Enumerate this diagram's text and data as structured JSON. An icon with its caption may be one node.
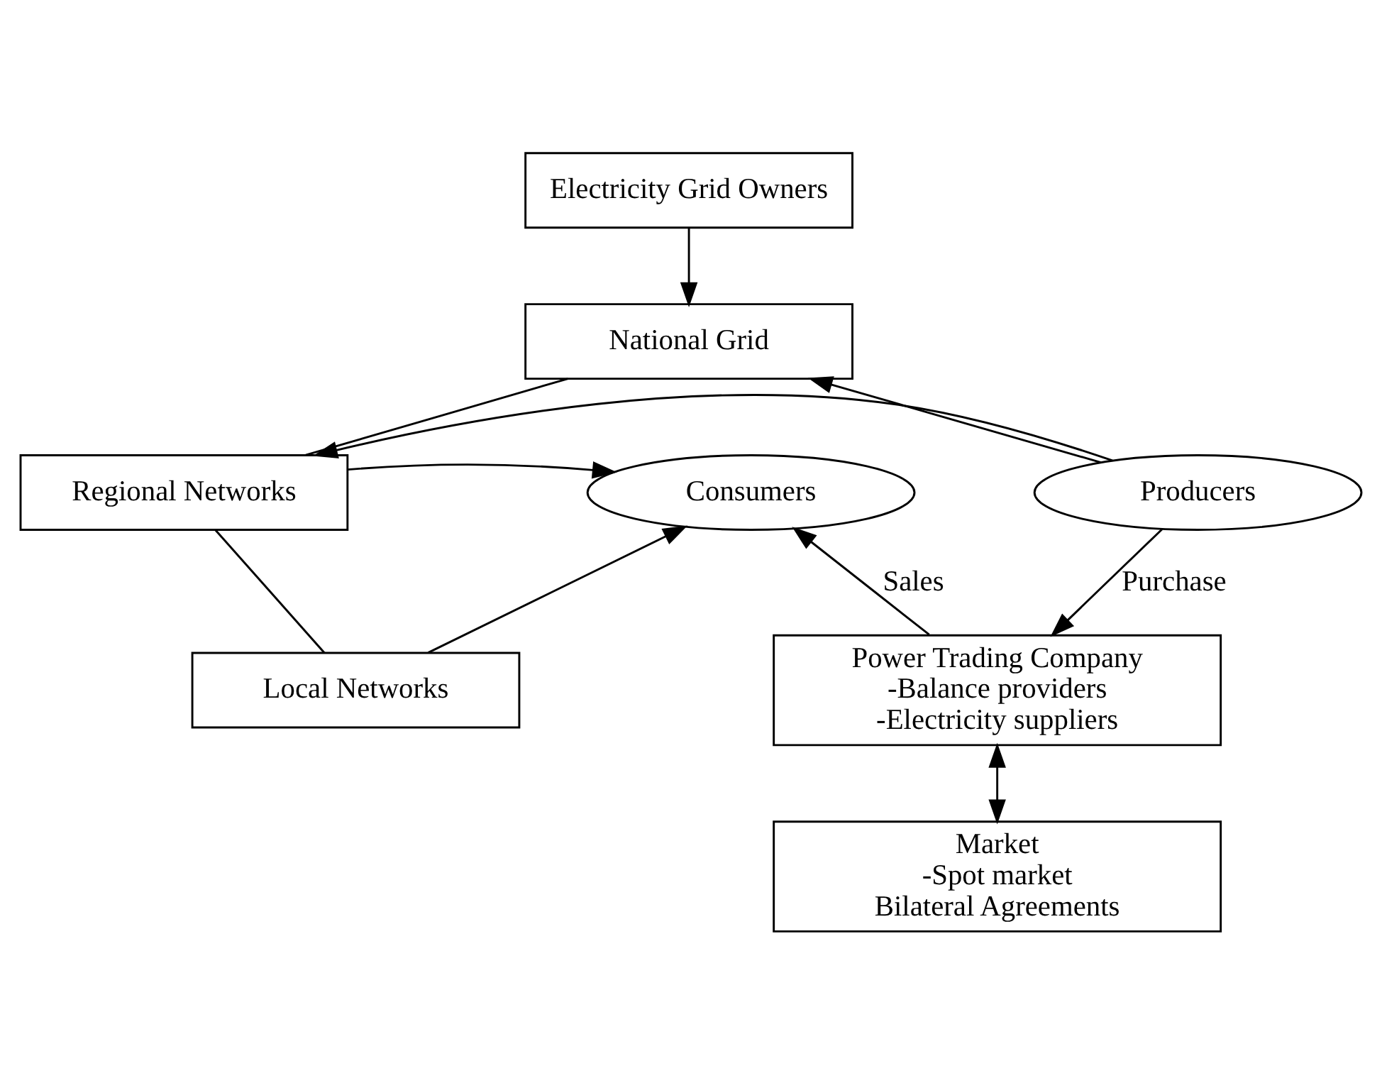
{
  "diagram": {
    "nodes": [
      {
        "text": [
          "Electricity Grid Owners"
        ]
      },
      {
        "text": [
          "National Grid"
        ]
      },
      {
        "text": [
          "Producers"
        ]
      },
      {
        "text": [
          "Regional Networks"
        ]
      },
      {
        "text": [
          "Consumers"
        ]
      },
      {
        "text": [
          "Local Networks"
        ]
      },
      {
        "text": [
          "Power Trading Company",
          "-Balance providers",
          "-Electricity suppliers"
        ]
      },
      {
        "text": [
          "Market",
          "-Spot market",
          "Bilateral Agreements"
        ]
      }
    ],
    "edges": [
      {
        "from": 0,
        "to": 1,
        "arrow": "to"
      },
      {
        "from": 2,
        "to": 1,
        "arrow": "to"
      },
      {
        "from": 2,
        "to": 3,
        "arrow": "to"
      },
      {
        "from": 1,
        "to": 3,
        "arrow": "none"
      },
      {
        "from": 3,
        "to": 5,
        "arrow": "none"
      },
      {
        "from": 3,
        "to": 4,
        "arrow": "to"
      },
      {
        "from": 5,
        "to": 4,
        "arrow": "to"
      },
      {
        "from": 2,
        "to": 6,
        "arrow": "to",
        "label": "Purchase"
      },
      {
        "from": 6,
        "to": 4,
        "arrow": "to",
        "label": "Sales"
      },
      {
        "from": 6,
        "to": 7,
        "arrow": "both"
      }
    ]
  }
}
